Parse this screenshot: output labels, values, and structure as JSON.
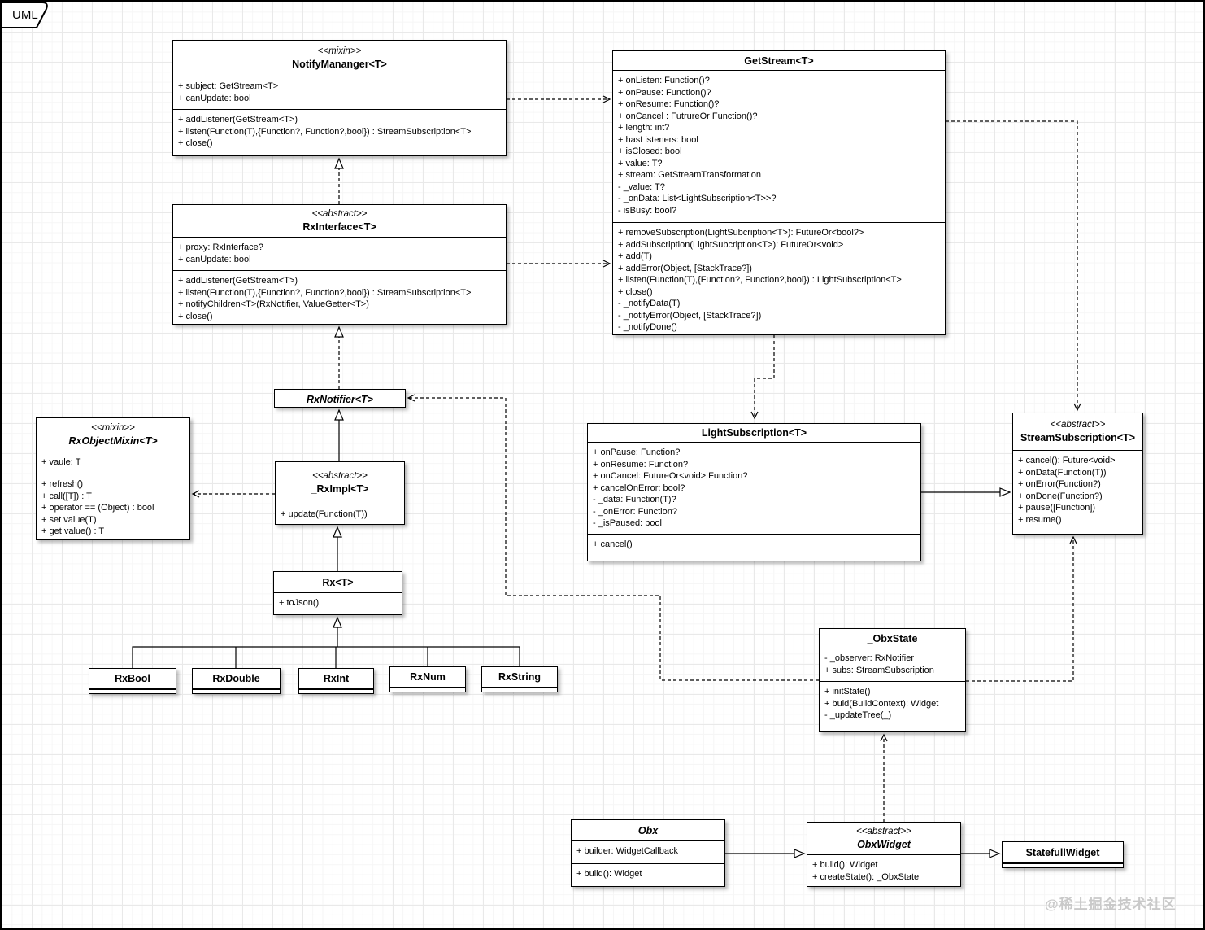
{
  "page": {
    "tab_label": "UML",
    "watermark": "@稀土掘金技术社区"
  },
  "classes": {
    "notify_mananger": {
      "stereotype": "<<mixin>>",
      "name": "NotifyMananger<T>",
      "attributes": [
        "+ subject: GetStream<T>",
        "+ canUpdate: bool"
      ],
      "methods": [
        "+ addListener(GetStream<T>)",
        "+ listen(Function(T),{Function?, Function?,bool}) : StreamSubscription<T>",
        "+ close()"
      ]
    },
    "getstream": {
      "name": "GetStream<T>",
      "attributes": [
        "+ onListen: Function()?",
        "+ onPause: Function()?",
        "+ onResume: Function()?",
        "+ onCancel : FutrureOr Function()?",
        "+ length: int?",
        "+ hasListeners: bool",
        "+ isClosed: bool",
        "+ value: T?",
        "+ stream: GetStreamTransformation",
        "- _value: T?",
        "- _onData: List<LightSubscription<T>>?",
        "- isBusy: bool?"
      ],
      "methods": [
        "+ removeSubscription(LightSubcription<T>): FutureOr<bool?>",
        "+ addSubscription(LightSubcription<T>): FutureOr<void>",
        "+ add(T)",
        "+ addError(Object, [StackTrace?])",
        "+ listen(Function(T),{Function?, Function?,bool}) : LightSubscription<T>",
        "+ close()",
        "- _notifyData(T)",
        "- _notifyError(Object, [StackTrace?])",
        "- _notifyDone()"
      ]
    },
    "rxinterface": {
      "stereotype": "<<abstract>>",
      "name": "RxInterface<T>",
      "attributes": [
        "+ proxy: RxInterface?",
        "+ canUpdate: bool"
      ],
      "methods": [
        "+ addListener(GetStream<T>)",
        "+ listen(Function(T),{Function?, Function?,bool}) : StreamSubscription<T>",
        "+ notifyChildren<T>(RxNotifier, ValueGetter<T>)",
        "+ close()"
      ]
    },
    "rxnotifier": {
      "name": "RxNotifier<T>"
    },
    "rxobjectmixin": {
      "stereotype": "<<mixin>>",
      "name": "RxObjectMixin<T>",
      "attributes": [
        "+ vaule: T"
      ],
      "methods": [
        "+ refresh()",
        "+ call([T]) : T",
        "+ operator == (Object) : bool",
        "+ set value(T)",
        "+ get value() : T"
      ]
    },
    "rximpl": {
      "stereotype": "<<abstract>>",
      "name": "_RxImpl<T>",
      "methods": [
        "+ update(Function(T))"
      ]
    },
    "lightsubscription": {
      "name": "LightSubscription<T>",
      "attributes": [
        "+ onPause: Function?",
        "+ onResume: Function?",
        "+ onCancel: FutureOr<void> Function?",
        "+ cancelOnError: bool?",
        "- _data: Function(T)?",
        "- _onError: Function?",
        "- _isPaused: bool"
      ],
      "methods": [
        "+ cancel()"
      ]
    },
    "streamsubscription": {
      "stereotype": "<<abstract>>",
      "name": "StreamSubscription<T>",
      "methods": [
        "+ cancel(): Future<void>",
        "+ onData(Function(T))",
        "+ onError(Function?)",
        "+ onDone(Function?)",
        "+ pause([Function])",
        "+ resume()"
      ]
    },
    "rx": {
      "name": "Rx<T>",
      "methods": [
        "+ toJson()"
      ]
    },
    "rxbool": {
      "name": "RxBool"
    },
    "rxdouble": {
      "name": "RxDouble"
    },
    "rxint": {
      "name": "RxInt"
    },
    "rxnum": {
      "name": "RxNum"
    },
    "rxstring": {
      "name": "RxString"
    },
    "obxstate": {
      "name": "_ObxState",
      "attributes": [
        "- _observer: RxNotifier",
        "+ subs: StreamSubscription"
      ],
      "methods": [
        "+ initState()",
        "+ buid(BuildContext): Widget",
        "- _updateTree(_)"
      ]
    },
    "obx": {
      "name": "Obx",
      "attributes": [
        "+ builder: WidgetCallback"
      ],
      "methods": [
        "+ build(): Widget"
      ]
    },
    "obxwidget": {
      "stereotype": "<<abstract>>",
      "name": "ObxWidget",
      "methods": [
        "+ build(): Widget",
        "+ createState(): _ObxState"
      ]
    },
    "statefullwidget": {
      "name": "StatefullWidget"
    }
  },
  "relations": [
    {
      "from": "NotifyMananger<T>",
      "to": "GetStream<T>",
      "type": "dependency",
      "line": "dashed",
      "head": "open-arrow"
    },
    {
      "from": "RxInterface<T>",
      "to": "GetStream<T>",
      "type": "dependency",
      "line": "dashed",
      "head": "open-arrow"
    },
    {
      "from": "RxInterface<T>",
      "to": "NotifyMananger<T>",
      "type": "realization",
      "line": "dashed",
      "head": "hollow-triangle"
    },
    {
      "from": "RxNotifier<T>",
      "to": "RxInterface<T>",
      "type": "realization",
      "line": "dashed",
      "head": "hollow-triangle"
    },
    {
      "from": "_RxImpl<T>",
      "to": "RxNotifier<T>",
      "type": "inheritance",
      "line": "solid",
      "head": "hollow-triangle"
    },
    {
      "from": "_RxImpl<T>",
      "to": "RxObjectMixin<T>",
      "type": "dependency",
      "line": "dashed",
      "head": "open-arrow"
    },
    {
      "from": "Rx<T>",
      "to": "_RxImpl<T>",
      "type": "inheritance",
      "line": "solid",
      "head": "hollow-triangle"
    },
    {
      "from": "RxBool",
      "to": "Rx<T>",
      "type": "inheritance",
      "line": "solid",
      "head": "hollow-triangle"
    },
    {
      "from": "RxDouble",
      "to": "Rx<T>",
      "type": "inheritance",
      "line": "solid",
      "head": "hollow-triangle"
    },
    {
      "from": "RxInt",
      "to": "Rx<T>",
      "type": "inheritance",
      "line": "solid",
      "head": "hollow-triangle"
    },
    {
      "from": "RxNum",
      "to": "Rx<T>",
      "type": "inheritance",
      "line": "solid",
      "head": "hollow-triangle"
    },
    {
      "from": "RxString",
      "to": "Rx<T>",
      "type": "inheritance",
      "line": "solid",
      "head": "hollow-triangle"
    },
    {
      "from": "GetStream<T>",
      "to": "LightSubscription<T>",
      "type": "dependency",
      "line": "dashed",
      "head": "open-arrow"
    },
    {
      "from": "GetStream<T>",
      "to": "StreamSubscription<T>",
      "type": "dependency",
      "line": "dashed",
      "head": "open-arrow"
    },
    {
      "from": "LightSubscription<T>",
      "to": "StreamSubscription<T>",
      "type": "inheritance",
      "line": "solid",
      "head": "hollow-triangle"
    },
    {
      "from": "_ObxState",
      "to": "StreamSubscription<T>",
      "type": "dependency",
      "line": "dashed",
      "head": "open-arrow"
    },
    {
      "from": "_ObxState",
      "to": "RxNotifier<T>",
      "type": "dependency",
      "line": "dashed",
      "head": "open-arrow"
    },
    {
      "from": "ObxWidget",
      "to": "_ObxState",
      "type": "dependency",
      "line": "dashed",
      "head": "open-arrow"
    },
    {
      "from": "Obx",
      "to": "ObxWidget",
      "type": "inheritance",
      "line": "solid",
      "head": "hollow-triangle"
    },
    {
      "from": "ObxWidget",
      "to": "StatefullWidget",
      "type": "inheritance",
      "line": "solid",
      "head": "hollow-triangle"
    }
  ]
}
